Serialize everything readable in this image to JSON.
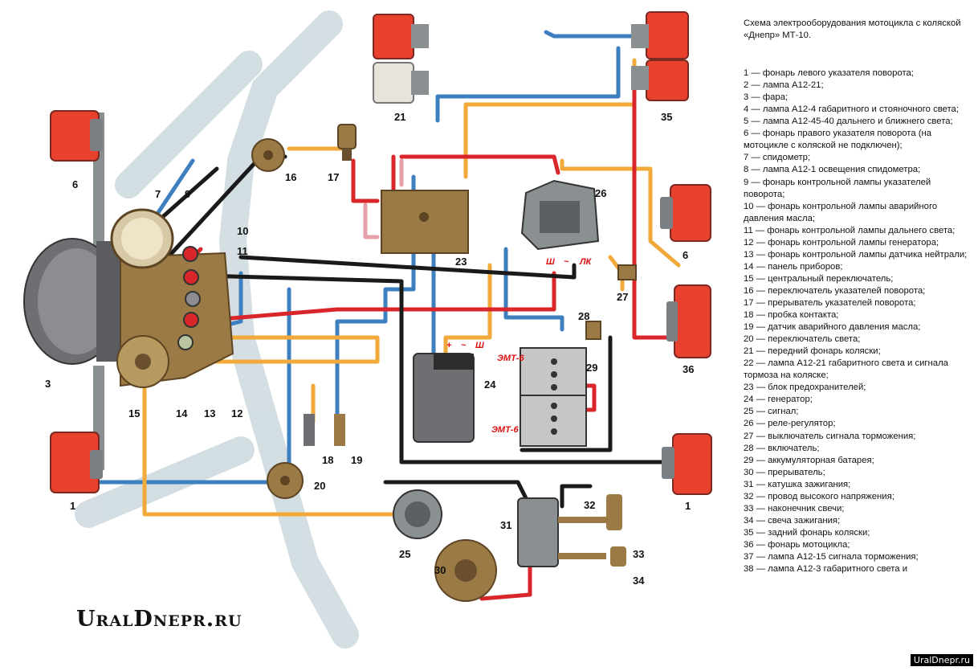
{
  "title": "Схема электрооборудования мотоцикла с коляской «Днепр» МТ-10.",
  "legend": [
    "1 — фонарь левого указателя поворота;",
    "2 — лампа А12-21;",
    "3 — фара;",
    "4 — лампа А12-4 габаритного и стояночного света;",
    "5 — лампа А12-45-40 дальнего и ближнего света;",
    "6 — фонарь правого указателя поворота (на мотоцикле с коляской не подключен);",
    "7 — спидометр;",
    "8 — лампа А12-1 освещения спидометра;",
    "9 — фонарь контрольной лампы указателей поворота;",
    "10 — фонарь контрольной лампы аварийного давления масла;",
    "11 — фонарь контрольной лампы дальнего света;",
    "12 — фонарь контрольной лампы генератора;",
    "13 — фонарь контрольной лампы датчика нейтрали;",
    "14 — панель приборов;",
    "15 — центральный переключатель;",
    "16 — переключатель указателей поворота;",
    "17 — прерыватель указателей поворота;",
    "18 — пробка контакта;",
    "19 — датчик аварийного давления масла;",
    "20 — переключатель света;",
    "21 — передний фонарь коляски;",
    "22 — лампа А12-21 габаритного света и сигнала тормоза на коляске;",
    "23 — блок предохранителей;",
    "24 — генератор;",
    "25 — сигнал;",
    "26 — реле-регулятор;",
    "27 — выключатель сигнала торможения;",
    "28 — включатель;",
    "29 — аккумуляторная батарея;",
    "30 — прерыватель;",
    "31 — катушка зажигания;",
    "32 — провод высокого напряжения;",
    "33 — наконечник свечи;",
    "34 — свеча зажигания;",
    "35 — задний фонарь коляски;",
    "36 — фонарь мотоцикла;",
    "37 — лампа А12-15 сигнала торможения;",
    "38 — лампа А12-3 габаритного света и"
  ],
  "brand": "UralDnepr.ru",
  "watermark": "UralDnepr.ru",
  "colors": {
    "wire_red": "#d8262a",
    "wire_blue": "#3e7fc0",
    "wire_orange": "#f2a93b",
    "wire_black": "#1a1a1a",
    "wire_pink": "#e8a0a8",
    "lamp_red": "#e8412e",
    "frame_shadow": "#c9d6dc",
    "component_brown": "#9b7a45"
  },
  "diagram": {
    "labels": {
      "n1a": "1",
      "n1b": "1",
      "n3": "3",
      "n6a": "6",
      "n6b": "6",
      "n7": "7",
      "n9": "9",
      "n10": "10",
      "n11": "11",
      "n12": "12",
      "n13": "13",
      "n14": "14",
      "n15": "15",
      "n16": "16",
      "n17": "17",
      "n18": "18",
      "n19": "19",
      "n20": "20",
      "n21": "21",
      "n23": "23",
      "n24": "24",
      "n25": "25",
      "n26": "26",
      "n27": "27",
      "n28": "28",
      "n29": "29",
      "n30": "30",
      "n31": "31",
      "n32": "32",
      "n33": "33",
      "n34": "34",
      "n35": "35",
      "n36": "36"
    },
    "marks": {
      "gen_plus": "+",
      "gen_minus": "~",
      "gen_sh": "Ш",
      "relay_sh": "Ш",
      "relay_tilde": "~",
      "relay_lk": "ЛК",
      "battery_top": "ЭМТ-6",
      "battery_bottom": "ЭМТ-6"
    }
  }
}
